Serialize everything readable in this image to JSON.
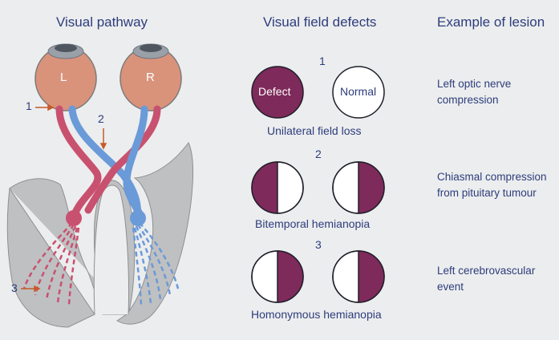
{
  "headers": {
    "pathway": "Visual pathway",
    "defects": "Visual field defects",
    "lesion": "Example of lesion"
  },
  "eyes": {
    "left": "L",
    "right": "R"
  },
  "pathway_markers": {
    "m1": "1",
    "m2": "2",
    "m3": "3"
  },
  "rows": [
    {
      "number": "1",
      "left_label": "Defect",
      "right_label": "Normal",
      "caption": "Unilateral field loss",
      "lesion_lines": [
        "Left optic nerve",
        "compression"
      ]
    },
    {
      "number": "2",
      "caption": "Bitemporal hemianopia",
      "lesion_lines": [
        "Chiasmal compression",
        "from pituitary tumour"
      ]
    },
    {
      "number": "3",
      "caption": "Homonymous hemianopia",
      "lesion_lines": [
        "Left cerebrovascular",
        "event"
      ]
    }
  ],
  "colors": {
    "defect": "#7e2a5a",
    "nerve_pink": "#c8516f",
    "nerve_blue": "#6a9ad8",
    "eye_fill": "#d9937a",
    "brain_gray": "#bfc0c2",
    "marker_arrow": "#c65a2a",
    "text": "#2d3d7c"
  }
}
